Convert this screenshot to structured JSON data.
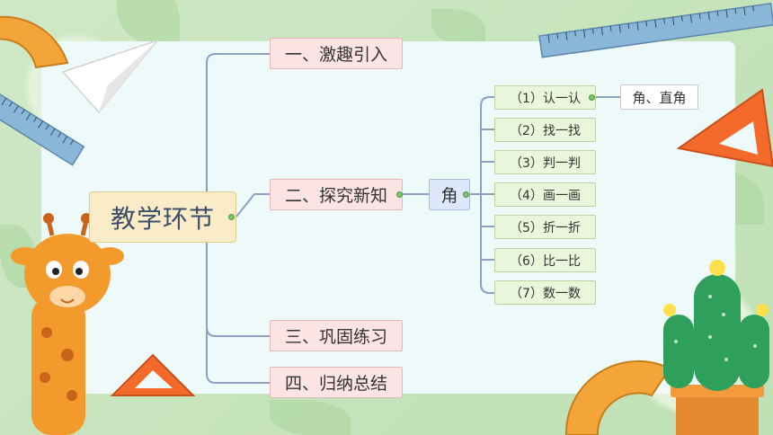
{
  "mindmap": {
    "root": "教学环节",
    "sections": [
      "一、激趣引入",
      "二、探究新知",
      "三、巩固练习",
      "四、归纳总结"
    ],
    "topic": "角",
    "activities": [
      "（1）认一认",
      "（2）找一找",
      "（3）判一判",
      "（4）画一画",
      "（5）折一折",
      "（6）比一比",
      "（7）数一数"
    ],
    "leaf": "角、直角"
  },
  "colors": {
    "background": "#cfe8c6",
    "panel": "#eef9f9",
    "connector": "#8d9fc2"
  }
}
